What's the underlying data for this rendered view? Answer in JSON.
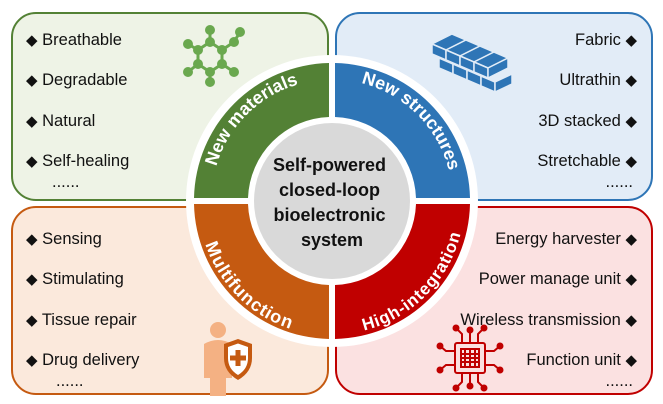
{
  "center": {
    "lines": [
      "Self-powered",
      "closed-loop",
      "bioelectronic",
      "system"
    ]
  },
  "ring": {
    "top_left": "New materials",
    "top_right": "New structures",
    "bottom_left": "Multifunction",
    "bottom_right": "High-integration"
  },
  "panels": {
    "top_left": {
      "items": [
        "Breathable",
        "Degradable",
        "Natural",
        "Self-healing"
      ],
      "ellipsis": "......"
    },
    "top_right": {
      "items": [
        "Fabric",
        "Ultrathin",
        "3D stacked",
        "Stretchable"
      ],
      "ellipsis": "......"
    },
    "bottom_left": {
      "items": [
        "Sensing",
        "Stimulating",
        "Tissue repair",
        "Drug delivery"
      ],
      "ellipsis": "......"
    },
    "bottom_right": {
      "items": [
        "Energy harvester",
        "Power manage unit",
        "Wireless transmission",
        "Function unit"
      ],
      "ellipsis": "......"
    }
  },
  "bullet_glyph": "◆",
  "colors": {
    "green": "#538135",
    "blue": "#2e75b6",
    "orange": "#c55a11",
    "red": "#c00000",
    "center_fill": "#d9d9d9",
    "panel_green": "#eef3e6",
    "panel_blue": "#e2ecf7",
    "panel_orange": "#fbe9dc",
    "panel_red": "#fbe1e1"
  },
  "icons": {
    "top_left": "molecule-icon",
    "top_right": "brick-wall-icon",
    "bottom_left": "person-shield-icon",
    "bottom_right": "chip-icon"
  }
}
